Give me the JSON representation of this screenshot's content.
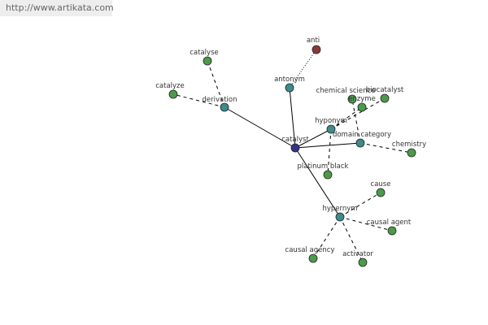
{
  "site_url": "http://www.artikata.com",
  "colors": {
    "center": "#34348a",
    "relation": "#3d8b8b",
    "word": "#4c9a4c",
    "antonym_word": "#8b3a3a",
    "edge": "#000000"
  },
  "graph": {
    "nodes": [
      {
        "id": "catalyst",
        "label": "catalyst",
        "kind": "center"
      },
      {
        "id": "derivation",
        "label": "derivation",
        "kind": "relation"
      },
      {
        "id": "antonym",
        "label": "antonym",
        "kind": "relation"
      },
      {
        "id": "hyponym",
        "label": "hyponym",
        "kind": "relation"
      },
      {
        "id": "domain-category",
        "label": "domain category",
        "kind": "relation"
      },
      {
        "id": "hypernym",
        "label": "hypernym",
        "kind": "relation"
      },
      {
        "id": "catalyse",
        "label": "catalyse",
        "kind": "word"
      },
      {
        "id": "catalyze",
        "label": "catalyze",
        "kind": "word"
      },
      {
        "id": "anti",
        "label": "anti",
        "kind": "antonym_word"
      },
      {
        "id": "chemical-science",
        "label": "chemical science",
        "kind": "word"
      },
      {
        "id": "biocatalyst",
        "label": "biocatalyst",
        "kind": "word"
      },
      {
        "id": "chemistry",
        "label": "chemistry",
        "kind": "word"
      },
      {
        "id": "platinum-black",
        "label": "platinum black",
        "kind": "word"
      },
      {
        "id": "cause",
        "label": "cause",
        "kind": "word"
      },
      {
        "id": "causal-agent",
        "label": "causal agent",
        "kind": "word"
      },
      {
        "id": "causal-agency",
        "label": "causal agency",
        "kind": "word"
      },
      {
        "id": "activator",
        "label": "activator",
        "kind": "word"
      },
      {
        "id": "enzyme",
        "label": "enzyme",
        "kind": "word"
      }
    ],
    "edges": [
      {
        "from": "catalyst",
        "to": "derivation",
        "style": "solid"
      },
      {
        "from": "catalyst",
        "to": "antonym",
        "style": "solid"
      },
      {
        "from": "catalyst",
        "to": "hyponym",
        "style": "solid"
      },
      {
        "from": "catalyst",
        "to": "domain-category",
        "style": "solid"
      },
      {
        "from": "catalyst",
        "to": "hypernym",
        "style": "solid"
      },
      {
        "from": "derivation",
        "to": "catalyse",
        "style": "dashed"
      },
      {
        "from": "derivation",
        "to": "catalyze",
        "style": "dashed"
      },
      {
        "from": "antonym",
        "to": "anti",
        "style": "dotted"
      },
      {
        "from": "hyponym",
        "to": "biocatalyst",
        "style": "dashed"
      },
      {
        "from": "hyponym",
        "to": "platinum-black",
        "style": "dashed"
      },
      {
        "from": "hyponym",
        "to": "enzyme",
        "style": "dashed"
      },
      {
        "from": "domain-category",
        "to": "chemical-science",
        "style": "dashed"
      },
      {
        "from": "domain-category",
        "to": "chemistry",
        "style": "dashed"
      },
      {
        "from": "hypernym",
        "to": "cause",
        "style": "dashed"
      },
      {
        "from": "hypernym",
        "to": "causal-agent",
        "style": "dashed"
      },
      {
        "from": "hypernym",
        "to": "causal-agency",
        "style": "dashed"
      },
      {
        "from": "hypernym",
        "to": "activator",
        "style": "dashed"
      }
    ]
  }
}
